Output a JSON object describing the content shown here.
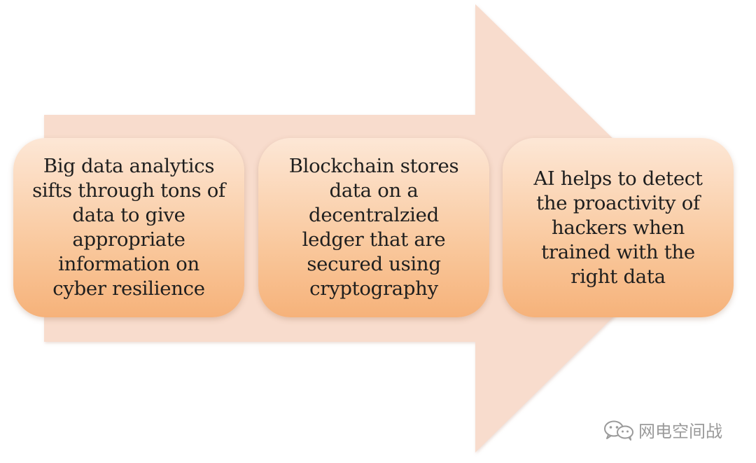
{
  "diagram": {
    "type": "process-arrow",
    "colors": {
      "arrow_fill": "#f8dccd",
      "box_top": "#fde7d6",
      "box_bottom": "#f6b27a",
      "text": "#1e1e1e"
    },
    "steps": [
      {
        "text": "Big data analytics\nsifts through tons of\ndata to give\nappropriate\ninformation on\ncyber resilience"
      },
      {
        "text": "Blockchain stores\ndata on a\ndecentralzied\nledger that are\nsecured using\ncryptography"
      },
      {
        "text": "AI helps to detect\nthe proactivity of\nhackers when\ntrained with the\nright data"
      }
    ]
  },
  "watermark": {
    "icon": "wechat-icon",
    "text": "网电空间战"
  }
}
